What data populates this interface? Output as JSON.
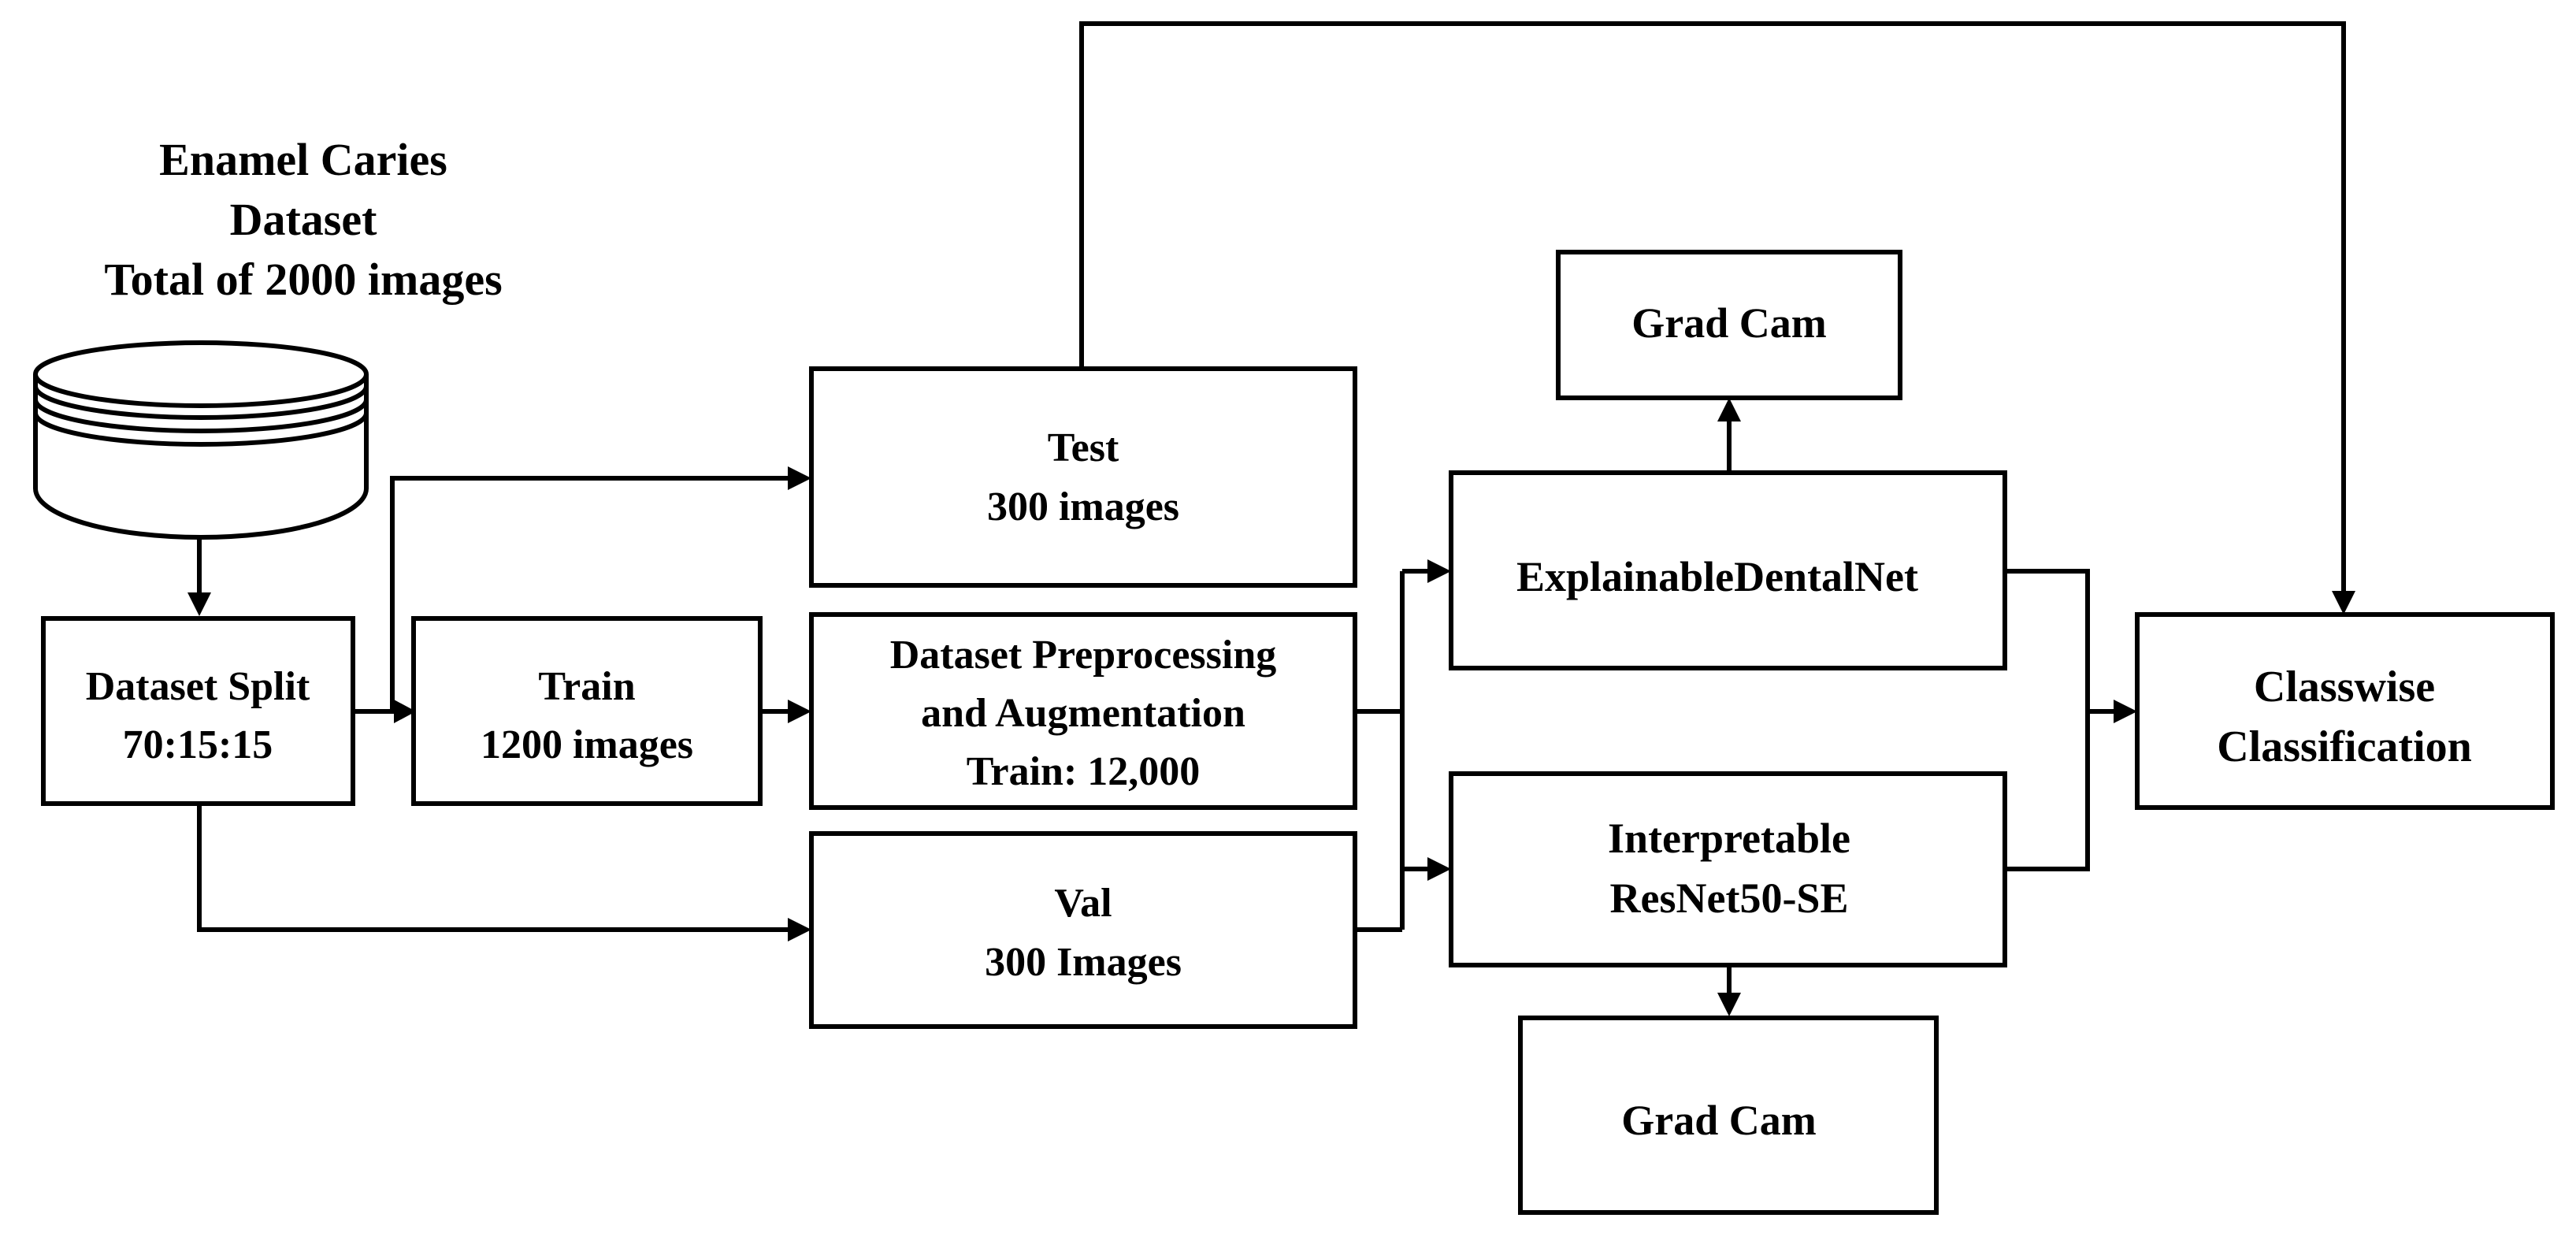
{
  "dataset": {
    "title_line1": "Enamel Caries",
    "title_line2": "Dataset",
    "title_line3": "Total of 2000 images",
    "icon": "database-icon"
  },
  "split": {
    "line1": "Dataset Split",
    "line2": "70:15:15"
  },
  "train": {
    "line1": "Train",
    "line2": "1200 images"
  },
  "test": {
    "line1": "Test",
    "line2": "300 images"
  },
  "val": {
    "line1": "Val",
    "line2": "300 Images"
  },
  "preprocess": {
    "line1": "Dataset Preprocessing",
    "line2": "and Augmentation",
    "line3": "Train: 12,000"
  },
  "explainable": {
    "label": "ExplainableDentalNet"
  },
  "interpretable": {
    "line1": "Interpretable",
    "line2": "ResNet50-SE"
  },
  "gradcam_top": {
    "label": "Grad Cam"
  },
  "gradcam_bottom": {
    "label": "Grad Cam"
  },
  "classification": {
    "line1": "Classwise",
    "line2": "Classification"
  }
}
